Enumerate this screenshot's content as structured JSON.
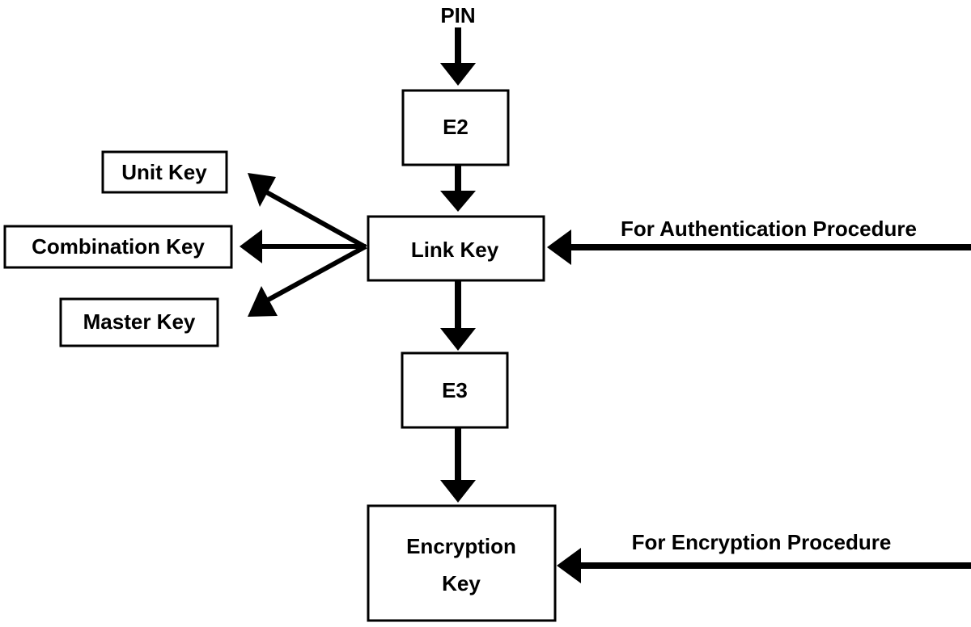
{
  "input_label": "PIN",
  "nodes": {
    "e2": "E2",
    "link_key": "Link Key",
    "e3": "E3",
    "encryption_key_line1": "Encryption",
    "encryption_key_line2": "Key"
  },
  "link_key_types": {
    "unit_key": "Unit Key",
    "combination_key": "Combination Key",
    "master_key": "Master Key"
  },
  "procedures": {
    "authentication": "For Authentication Procedure",
    "encryption": "For Encryption Procedure"
  },
  "colors": {
    "stroke": "#000000",
    "background": "#ffffff"
  }
}
